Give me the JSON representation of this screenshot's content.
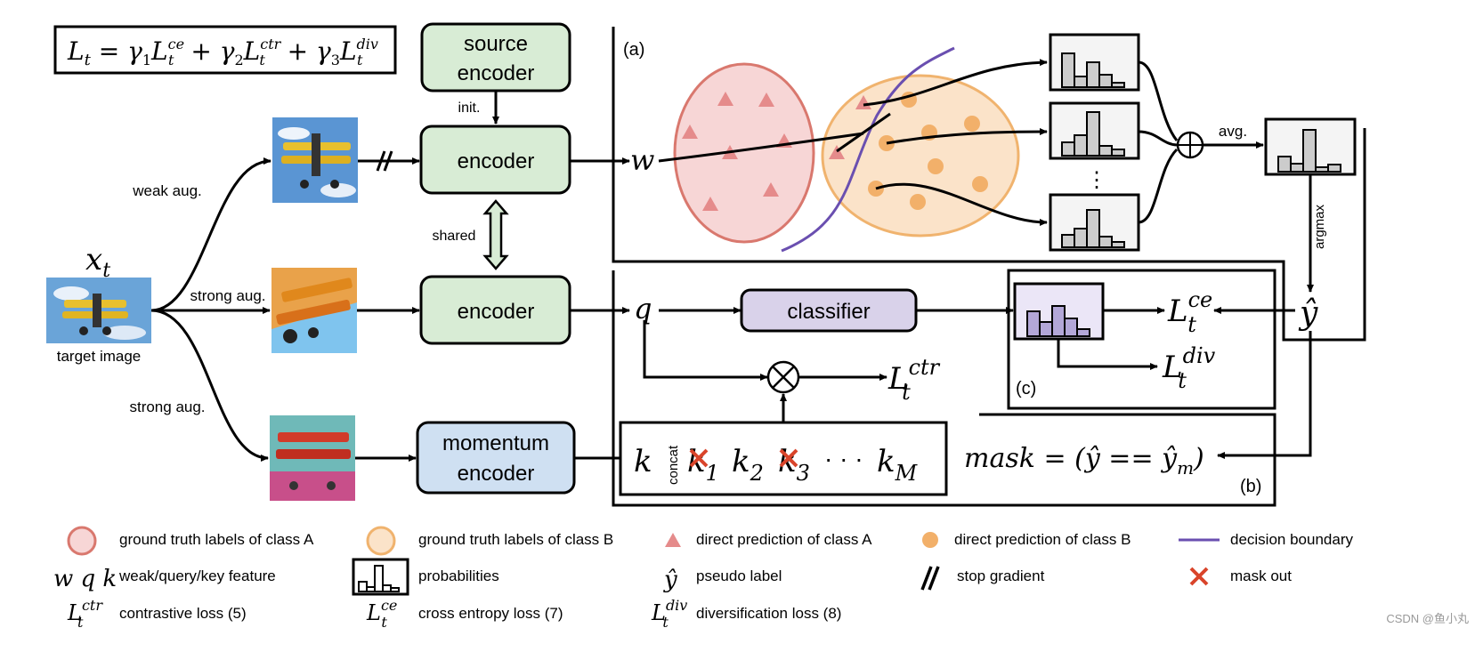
{
  "formula_box": {
    "lhs": "L",
    "lhs_sub": "t",
    "eq": " = ",
    "g1": "γ",
    "g1_sub": "1",
    "t1": "L",
    "t1_sub": "t",
    "t1_sup": "ce",
    "plus1": " + ",
    "g2": "γ",
    "g2_sub": "2",
    "t2": "L",
    "t2_sub": "t",
    "t2_sup": "ctr",
    "plus2": " + ",
    "g3": "γ",
    "g3_sub": "3",
    "t3": "L",
    "t3_sub": "t",
    "t3_sup": "div"
  },
  "boxes": {
    "source_encoder_line1": "source",
    "source_encoder_line2": "encoder",
    "encoder_top": "encoder",
    "encoder_mid": "encoder",
    "momentum_line1": "momentum",
    "momentum_line2": "encoder",
    "classifier": "classifier"
  },
  "labels": {
    "init": "init.",
    "shared": "shared",
    "weak_aug": "weak aug.",
    "strong_aug_1": "strong aug.",
    "strong_aug_2": "strong aug.",
    "target_image": "target image",
    "x_t_main": "x",
    "x_t_sub": "t",
    "w": "w",
    "q": "q",
    "k": "k",
    "concat": "concat",
    "panel_a": "(a)",
    "panel_b": "(b)",
    "panel_c": "(c)",
    "avg": "avg.",
    "argmax": "argmax",
    "dots": "⋮",
    "y_hat": "ŷ",
    "l_ce": "L",
    "l_ce_sub": "t",
    "l_ce_sup": "ce",
    "l_div": "L",
    "l_div_sub": "t",
    "l_div_sup": "div",
    "l_ctr": "L",
    "l_ctr_sub": "t",
    "l_ctr_sup": "ctr",
    "k1": "k",
    "k1_sub": "1",
    "k2": "k",
    "k2_sub": "2",
    "k3": "k",
    "k3_sub": "3",
    "kdots": "· · ·",
    "kM": "k",
    "kM_sub": "M",
    "mask_eq": "mask = (ŷ == ŷ",
    "mask_sub": "m",
    "mask_close": ")",
    "watermark": "CSDN @鱼小丸"
  },
  "legend": {
    "gt_a": "ground truth labels of class A",
    "gt_b": "ground truth labels of class B",
    "pred_a": "direct prediction of class A",
    "pred_b": "direct prediction of class B",
    "boundary": "decision boundary",
    "wqk_symbol": "w q k",
    "wqk_text": "weak/query/key feature",
    "prob_text": "probabilities",
    "pseudo_symbol": "ŷ",
    "pseudo_text": "pseudo label",
    "stopgrad_text": "stop gradient",
    "mask_text": "mask out",
    "lctr_symbol": "L",
    "lctr_sub": "t",
    "lctr_sup": "ctr",
    "lctr_text": "contrastive loss (5)",
    "lce_symbol": "L",
    "lce_sub": "t",
    "lce_sup": "ce",
    "lce_text": "cross entropy loss (7)",
    "ldiv_symbol": "L",
    "ldiv_sub": "t",
    "ldiv_sup": "div",
    "ldiv_text": "diversification loss (8)"
  },
  "colors": {
    "encoder_fill": "#d8ecd5",
    "momentum_fill": "#cfe0f2",
    "classifier_fill": "#d9d2ea",
    "class_a_fill": "#f7d6d6",
    "class_a_stroke": "#d9786e",
    "class_b_fill": "#fbe3c9",
    "class_b_stroke": "#f0b36e",
    "pred_a": "#e58b8b",
    "pred_b": "#f2b06a",
    "boundary": "#6a4fb0",
    "mask_x": "#d9442a",
    "prob_bar": "#cccccc",
    "prob_bar_purple": "#b3a7d8"
  }
}
